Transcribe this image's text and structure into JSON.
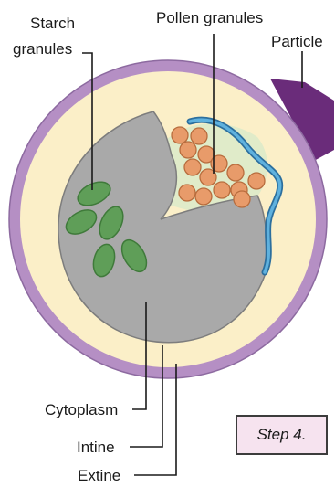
{
  "labels": {
    "starch_line1": "Starch",
    "starch_line2": "granules",
    "pollen": "Pollen granules",
    "particle": "Particle",
    "cytoplasm": "Cytoplasm",
    "intine": "Intine",
    "extine": "Extine"
  },
  "step": "Step 4.",
  "colors": {
    "extine": "#b58fc4",
    "intine": "#fbefc8",
    "cytoplasm": "#a9a9a9",
    "starch": "#5f9e58",
    "pollen": "#e89b6a",
    "vacuole": "#e0ebc9",
    "tube": "#3a8fc7",
    "particle": "#6a2c7a",
    "step_box": "#f6e3ef"
  }
}
